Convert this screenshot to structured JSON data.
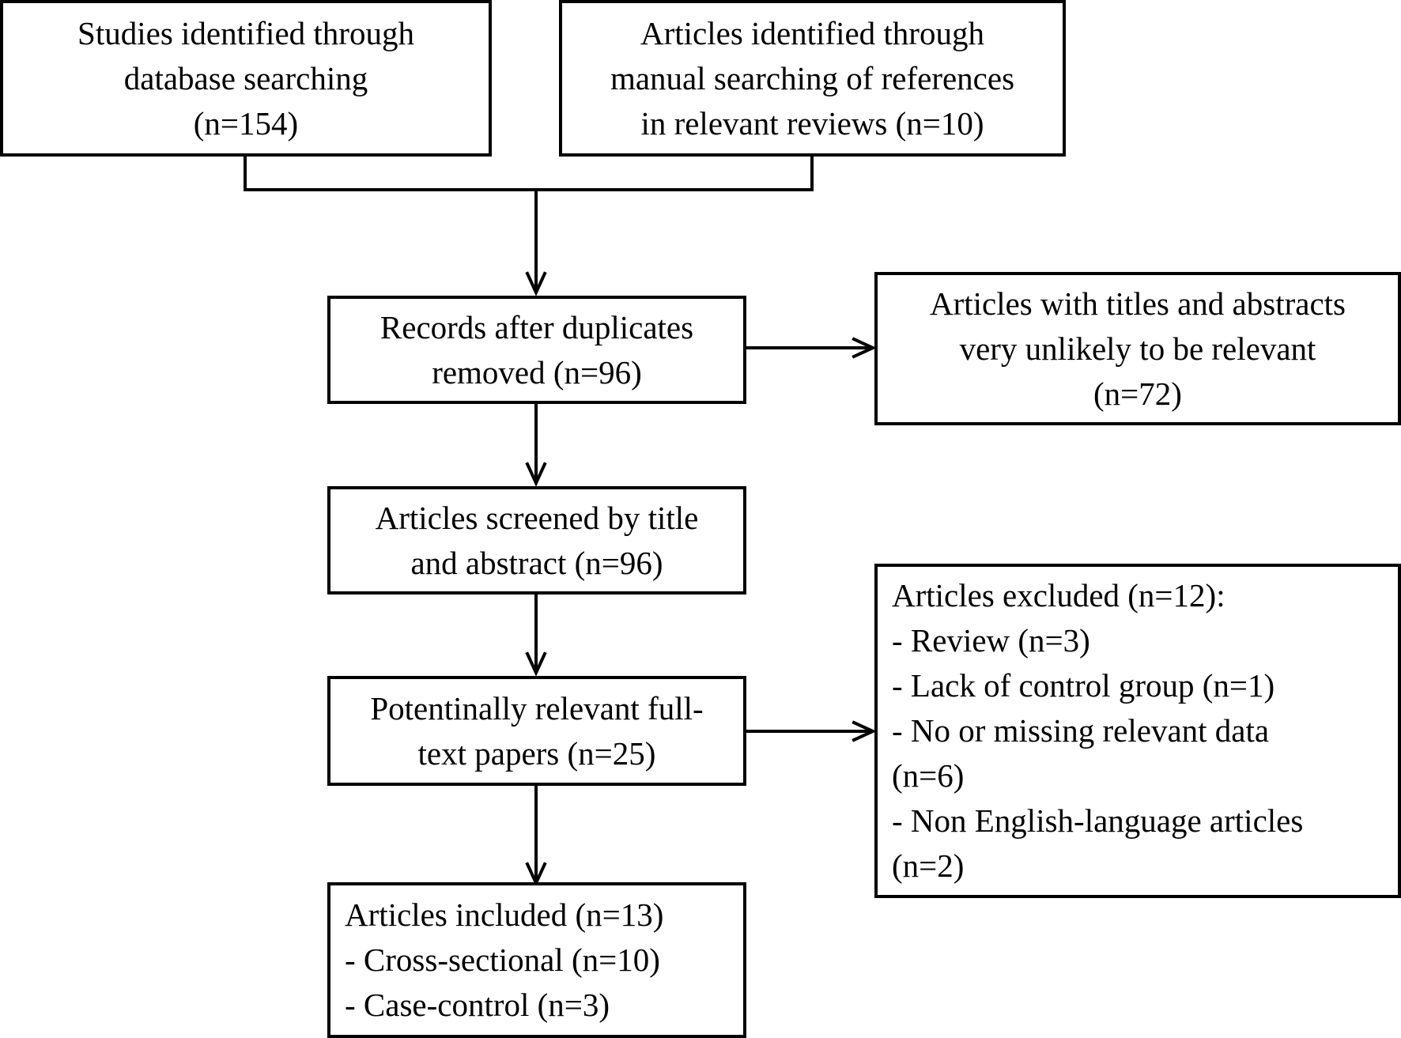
{
  "boxes": {
    "database_search": [
      "Studies identified through",
      "database searching",
      "(n=154)"
    ],
    "manual_search": [
      "Articles identified through",
      "manual searching of references",
      "in relevant reviews (n=10)"
    ],
    "after_duplicates": [
      "Records after duplicates",
      "removed (n=96)"
    ],
    "unlikely_relevant": [
      "Articles with titles and abstracts",
      "very unlikely to be relevant",
      "(n=72)"
    ],
    "screened": [
      "Articles screened by title",
      "and abstract (n=96)"
    ],
    "full_text": [
      "Potentinally relevant full-",
      "text papers (n=25)"
    ],
    "excluded": [
      "Articles excluded (n=12):",
      "- Review (n=3)",
      "- Lack of control group (n=1)",
      "- No or missing relevant data",
      "(n=6)",
      "- Non English-language articles",
      "(n=2)"
    ],
    "included": [
      "Articles included (n=13)",
      "- Cross-sectional (n=10)",
      "- Case-control (n=3)"
    ]
  }
}
